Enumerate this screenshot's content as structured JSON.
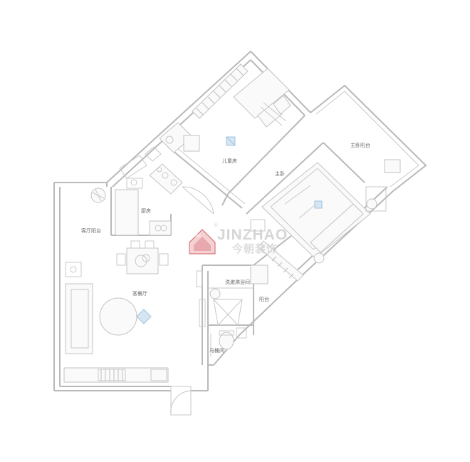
{
  "rooms": {
    "children_room": "儿童房",
    "master_balcony": "主卧阳台",
    "master_bedroom": "主卧",
    "kitchen": "厨房",
    "living_balcony": "客厅阳台",
    "living_dining": "客餐厅",
    "shower_room": "洗漱淋浴间",
    "toilet_room": "马桶间",
    "small_mark": "阳台"
  },
  "watermark": {
    "en": "JINZHAO",
    "cn": "今朝装饰",
    "logo": "jinzhao-logo",
    "reg": "®"
  },
  "colors": {
    "wall": "#b9b9b9",
    "watermark_red": "#c9484f",
    "tile_blue": "#8db7d6"
  }
}
